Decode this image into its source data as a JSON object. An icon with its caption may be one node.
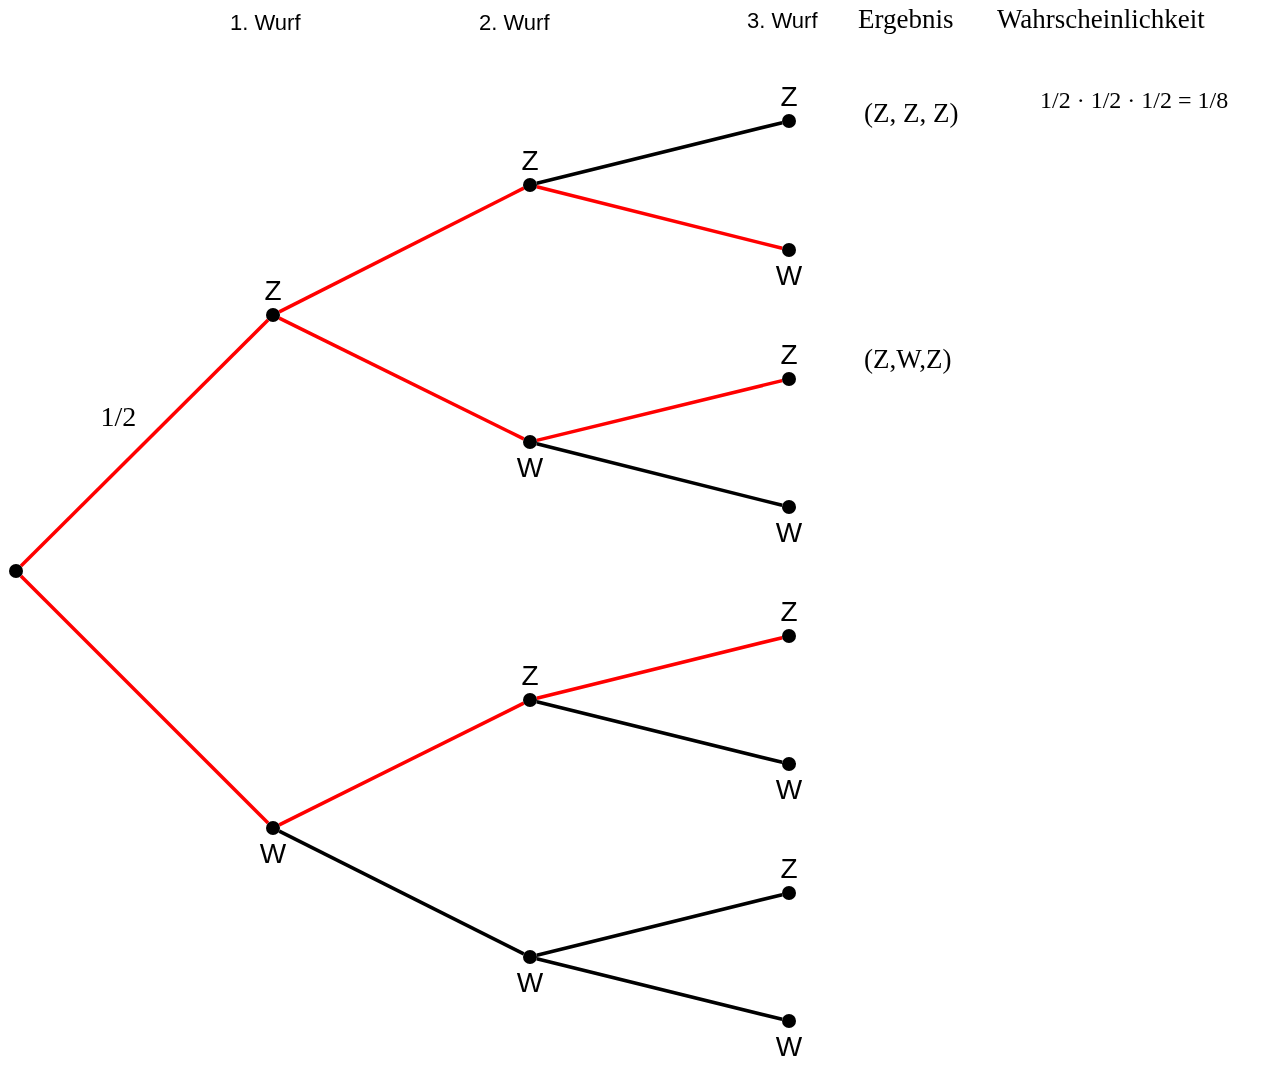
{
  "diagram": {
    "nodes": [
      {
        "text": [],
        "shape": "circle"
      },
      {
        "text": [],
        "shape": "circle",
        "beside": [
          "Z"
        ]
      },
      {
        "text": [],
        "shape": "circle",
        "beside": [
          "Z"
        ]
      },
      {
        "text": [],
        "shape": "circle",
        "beside": [
          "Z"
        ]
      },
      {
        "text": [],
        "shape": "circle",
        "beside": [
          "W"
        ]
      },
      {
        "text": [],
        "shape": "circle",
        "beside": [
          "W"
        ]
      },
      {
        "text": [],
        "shape": "circle",
        "beside": [
          "Z"
        ]
      },
      {
        "text": [],
        "shape": "circle",
        "beside": [
          "W"
        ]
      },
      {
        "text": [],
        "shape": "circle",
        "beside": [
          "W"
        ]
      },
      {
        "text": [],
        "shape": "circle",
        "beside": [
          "Z"
        ]
      },
      {
        "text": [],
        "shape": "circle",
        "beside": [
          "Z"
        ]
      },
      {
        "text": [],
        "shape": "circle",
        "beside": [
          "W"
        ]
      },
      {
        "text": [],
        "shape": "circle",
        "beside": [
          "W"
        ]
      },
      {
        "text": [],
        "shape": "circle",
        "beside": [
          "Z"
        ]
      },
      {
        "text": [],
        "shape": "circle",
        "beside": [
          "W"
        ]
      }
    ],
    "edges": [
      {
        "from": 0,
        "to": 1,
        "arrow": "none",
        "label": "1/2"
      },
      {
        "from": 1,
        "to": 2,
        "arrow": "none"
      },
      {
        "from": 2,
        "to": 3,
        "arrow": "none",
        "color": "#000000"
      },
      {
        "from": 2,
        "to": 4,
        "arrow": "none"
      },
      {
        "from": 1,
        "to": 5,
        "arrow": "none"
      },
      {
        "from": 5,
        "to": 6,
        "arrow": "none"
      },
      {
        "from": 5,
        "to": 7,
        "arrow": "none",
        "color": "#000000"
      },
      {
        "from": 0,
        "to": 8,
        "arrow": "none"
      },
      {
        "from": 8,
        "to": 9,
        "arrow": "none"
      },
      {
        "from": 9,
        "to": 10,
        "arrow": "none"
      },
      {
        "from": 9,
        "to": 11,
        "arrow": "none",
        "color": "#000000"
      },
      {
        "from": 8,
        "to": 12,
        "arrow": "none",
        "color": "#000000"
      },
      {
        "from": 12,
        "to": 13,
        "arrow": "none",
        "color": "#000000"
      },
      {
        "from": 12,
        "to": 14,
        "arrow": "none",
        "color": "#000000"
      }
    ],
    "labels": [
      "1. Wurf",
      "2. Wurf",
      "3. Wurf",
      "Ergebnis",
      "Wahrscheinlichkeit",
      "(Z, Z, Z)",
      "1/2 · 1/2 · 1/2 = 1/8",
      "(Z,W,Z)"
    ]
  }
}
